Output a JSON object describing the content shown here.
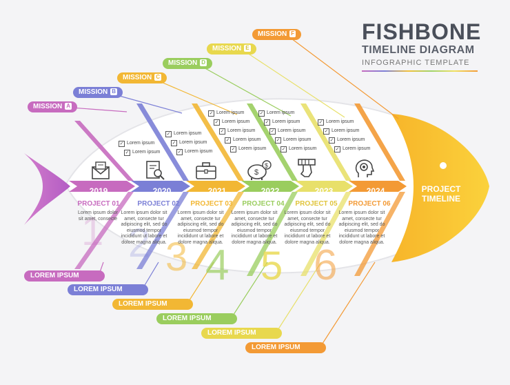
{
  "title": {
    "line1": "FISHBONE",
    "line2": "TIMELINE DIAGRAM",
    "line3": "INFOGRAPHIC TEMPLATE"
  },
  "colors": {
    "pink": "#c76bbf",
    "blue": "#7b7fd6",
    "yellow": "#f2b734",
    "green": "#9acd5e",
    "lime": "#e8e06a",
    "orange": "#f39a35"
  },
  "missions": [
    {
      "label": "MISSION",
      "letter": "A"
    },
    {
      "label": "MISSION",
      "letter": "B"
    },
    {
      "label": "MISSION",
      "letter": "C"
    },
    {
      "label": "MISSION",
      "letter": "D"
    },
    {
      "label": "MISSION",
      "letter": "E"
    },
    {
      "label": "MISSION",
      "letter": "F"
    }
  ],
  "stages": [
    {
      "year": "2019",
      "project": "PROJECT 01",
      "number": "1",
      "icon": "mail-icon",
      "desc": "Lorem ipsum dolor sit amet, consecte",
      "checks": []
    },
    {
      "year": "2020",
      "project": "PROJECT 02",
      "number": "2",
      "icon": "document-search-icon",
      "desc": "Lorem ipsum dolor sit amet, consecte tur adipiscing elit, sed do eiusmod tempor incididunt ut labore et dolore magna aliqua.",
      "checks": [
        "Lorem ipsum",
        "Lorem ipsum"
      ]
    },
    {
      "year": "2021",
      "project": "PROJECT 03",
      "number": "3",
      "icon": "briefcase-icon",
      "desc": "Lorem ipsum dolor sit amet, consecte tur adipiscing elit, sed do eiusmod tempor incididunt ut labore et dolore magna aliqua.",
      "checks": [
        "Lorem ipsum",
        "Lorem ipsum",
        "Lorem ipsum"
      ]
    },
    {
      "year": "2022",
      "project": "PROJECT 04",
      "number": "4",
      "icon": "piggy-bank-icon",
      "desc": "Lorem ipsum dolor sit amet, consecte tur adipiscing elit, sed do eiusmod tempor incididunt ut labore et dolore magna aliqua.",
      "checks": [
        "Lorem ipsum",
        "Lorem ipsum",
        "Lorem ipsum",
        "Lorem ipsum",
        "Lorem ipsum"
      ]
    },
    {
      "year": "2023",
      "project": "PROJECT 05",
      "number": "5",
      "icon": "key-icon",
      "desc": "Lorem ipsum dolor sit amet, consecte tur adipiscing elit, sed do eiusmod tempor incididunt ut labore et dolore magna aliqua.",
      "checks": [
        "Lorem ipsum",
        "Lorem ipsum",
        "Lorem ipsum",
        "Lorem ipsum",
        "Lorem ipsum"
      ]
    },
    {
      "year": "2024",
      "project": "PROJECT 06",
      "number": "6",
      "icon": "head-gear-icon",
      "desc": "Lorem ipsum dolor sit amet, consecte tur adipiscing elit, sed do eiusmod tempor incididunt ut labore et dolore magna aliqua.",
      "checks": [
        "Lorem ipsum",
        "Lorem ipsum",
        "Lorem ipsum",
        "Lorem ipsum"
      ]
    }
  ],
  "bottom_labels": [
    "LOREM IPSUM",
    "LOREM IPSUM",
    "LOREM IPSUM",
    "LOREM IPSUM",
    "LOREM IPSUM",
    "LOREM IPSUM"
  ],
  "head": {
    "line1": "PROJECT",
    "line2": "TIMELINE"
  }
}
